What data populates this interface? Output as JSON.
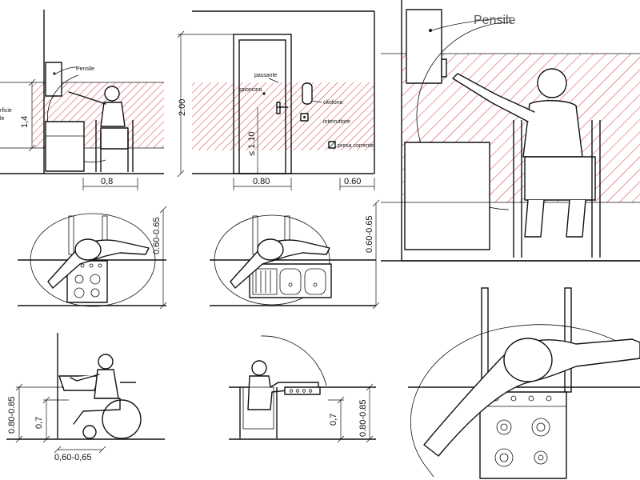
{
  "labels": {
    "pensile_small": "Pensile",
    "pensile_large": "Pensile",
    "superficie_1": "rficie",
    "superficie_2": "le",
    "passante": "passante",
    "spioncino": "spioncino",
    "citofono": "citofono",
    "interruttore": "interruttore",
    "presa_corrente": "presa corrente"
  },
  "dimensions": {
    "height_1_4": "1,4",
    "width_0_8": "0,8",
    "height_2_00": "2.00",
    "height_1_10": "≤ 1.10",
    "width_0_80": "0.80",
    "width_0_60": "0.60",
    "depth_0_60_065_a": "0.60-0.65",
    "depth_0_60_065_b": "0.60-0.65",
    "height_0_80_085_a": "0.80-0.85",
    "height_0_7_a": "0,7",
    "depth_0_60_065_c": "0,60-0,65",
    "height_0_7_b": "0,7",
    "height_0_80_085_b": "0.80-0.85"
  },
  "colors": {
    "line": "#111111",
    "hatch": "#d9333f",
    "background": "#ffffff"
  }
}
